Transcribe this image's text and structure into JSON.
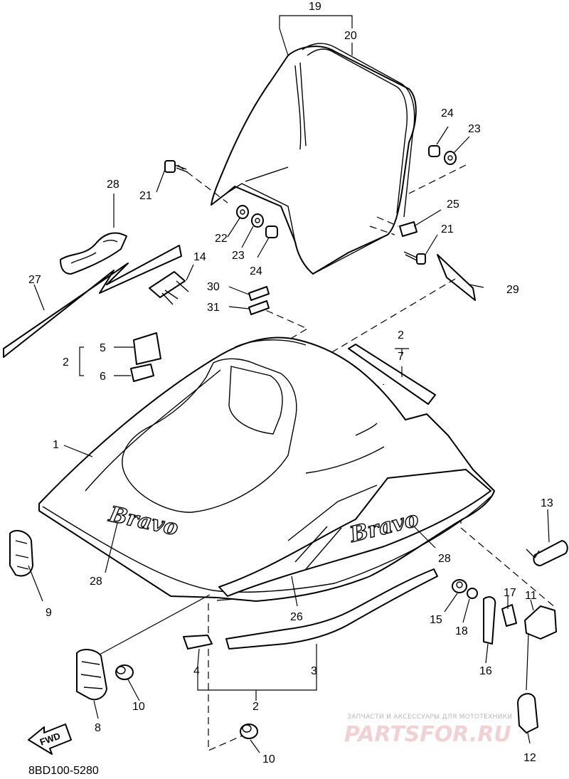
{
  "diagram_code": "8BD100-5280",
  "fwd_label": "FWD",
  "brand_script": "Bravo",
  "watermark": {
    "top_text": "ЗАПЧАСТИ И АКСЕССУАРЫ ДЛЯ МОТОТЕХНИКИ",
    "logo_text": "PARTSFOR.RU"
  },
  "labels": {
    "n1": "1",
    "n2a": "2",
    "n2b": "2",
    "n2c": "2",
    "n3": "3",
    "n4": "4",
    "n5": "5",
    "n6": "6",
    "n7": "7",
    "n8": "8",
    "n9": "9",
    "n10a": "10",
    "n10b": "10",
    "n11": "11",
    "n12": "12",
    "n13": "13",
    "n14": "14",
    "n15": "15",
    "n16": "16",
    "n17": "17",
    "n18": "18",
    "n19": "19",
    "n20": "20",
    "n21a": "21",
    "n21b": "21",
    "n22": "22",
    "n23a": "23",
    "n23b": "23",
    "n24a": "24",
    "n24b": "24",
    "n25": "25",
    "n26": "26",
    "n27": "27",
    "n28a": "28",
    "n28b": "28",
    "n28c": "28",
    "n29": "29",
    "n30": "30",
    "n31": "31"
  }
}
